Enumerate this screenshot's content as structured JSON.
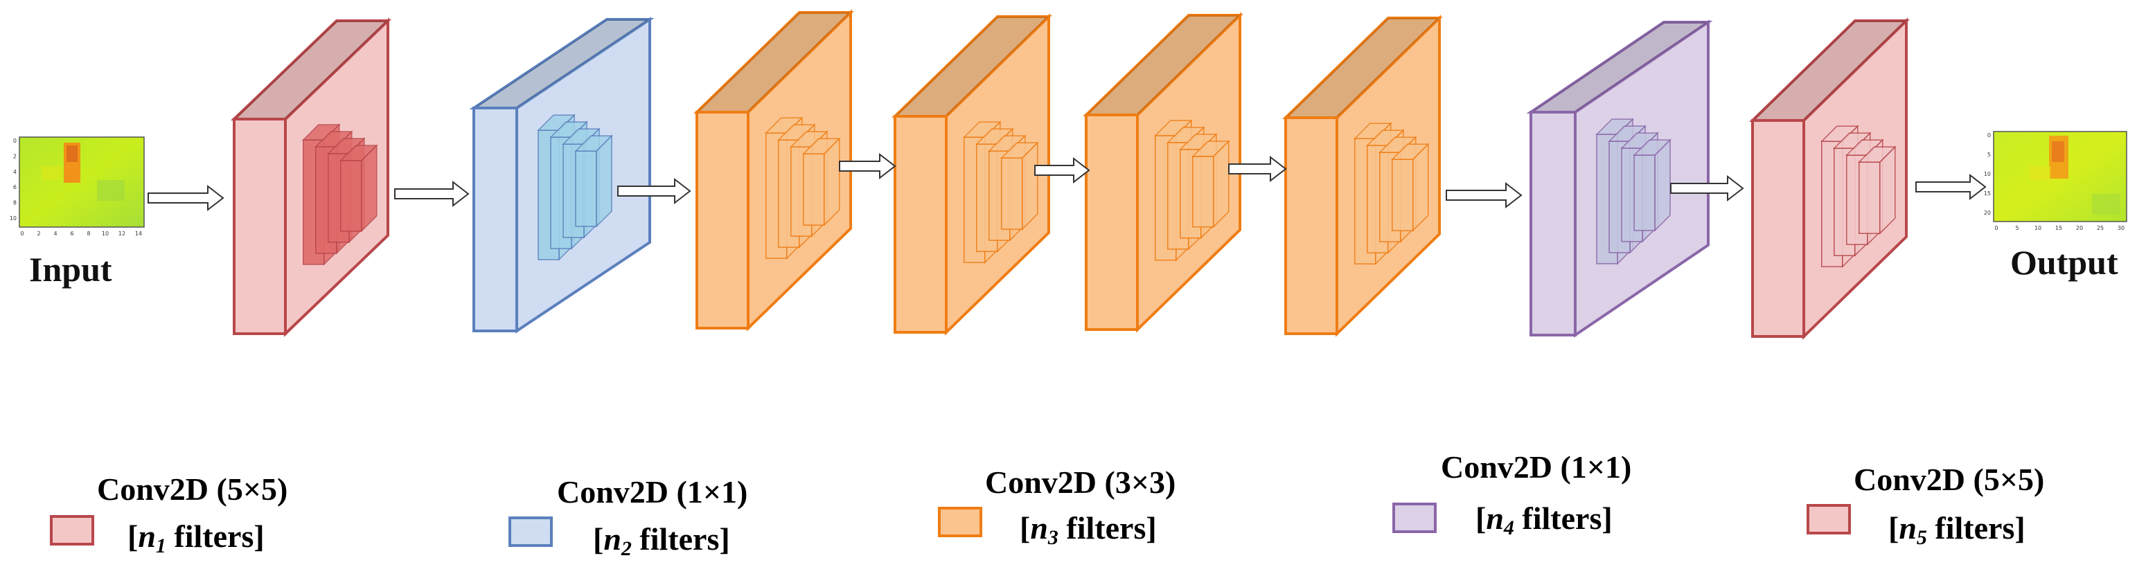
{
  "input_label": "Input",
  "output_label": "Output",
  "input_ticks": {
    "x": [
      "0",
      "2",
      "4",
      "6",
      "8",
      "10",
      "12",
      "14"
    ],
    "y": [
      "0",
      "2",
      "4",
      "6",
      "8",
      "10"
    ]
  },
  "output_ticks": {
    "x": [
      "0",
      "5",
      "10",
      "15",
      "20",
      "25",
      "30"
    ],
    "y": [
      "0",
      "5",
      "10",
      "15",
      "20"
    ]
  },
  "colors": {
    "red_fill": "#f4c7c7",
    "red_stroke": "#b8474a",
    "blue_fill": "#cfdcf1",
    "blue_stroke": "#5b80bd",
    "orange_fill": "#fbc48f",
    "orange_stroke": "#ef7d14",
    "purple_fill": "#dcd1e7",
    "purple_stroke": "#8a66a8"
  },
  "layers": [
    {
      "type": "conv5x5_a"
    },
    {
      "type": "conv1x1_a"
    },
    {
      "type": "conv3x3"
    },
    {
      "type": "conv3x3"
    },
    {
      "type": "conv3x3"
    },
    {
      "type": "conv3x3"
    },
    {
      "type": "conv1x1_b"
    },
    {
      "type": "conv5x5_b"
    }
  ],
  "legend": [
    {
      "title": "Conv2D (5×5)",
      "open": "[",
      "var": "n",
      "sub": "1",
      "rest": " filters]",
      "color_key": "red"
    },
    {
      "title": "Conv2D (1×1)",
      "open": "[",
      "var": "n",
      "sub": "2",
      "rest": " filters]",
      "color_key": "blue"
    },
    {
      "title": "Conv2D (3×3)",
      "open": "[",
      "var": "n",
      "sub": "3",
      "rest": " filters]",
      "color_key": "orange"
    },
    {
      "title": "Conv2D (1×1)",
      "open": "[",
      "var": "n",
      "sub": "4",
      "rest": " filters]",
      "color_key": "purple"
    },
    {
      "title": "Conv2D (5×5)",
      "open": "[",
      "var": "n",
      "sub": "5",
      "rest": " filters]",
      "color_key": "red"
    }
  ]
}
